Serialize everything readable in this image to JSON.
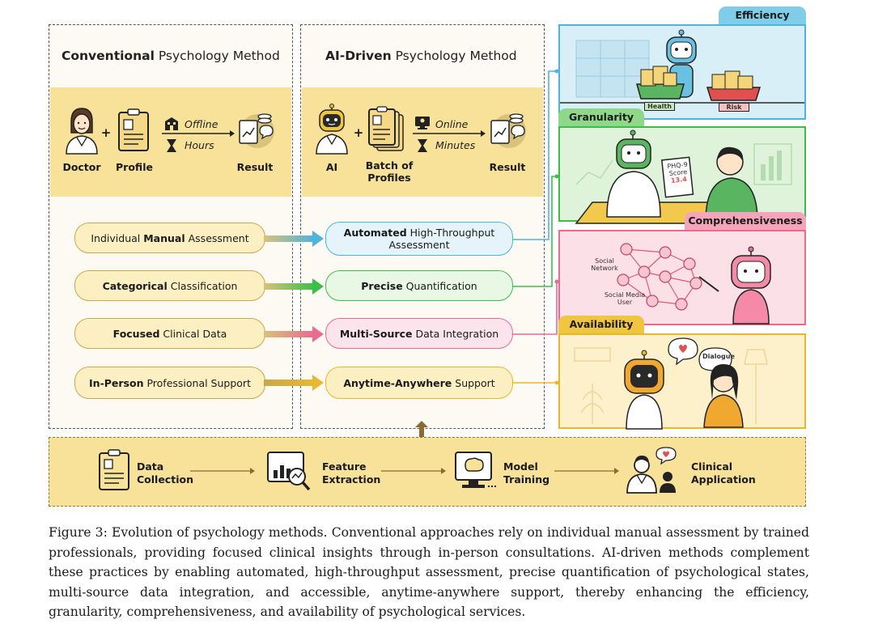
{
  "conventional": {
    "title_bold": "Conventional",
    "title_rest": " Psychology Method",
    "doctor": "Doctor",
    "profile": "Profile",
    "offline": "Offline",
    "hours": "Hours",
    "result": "Result",
    "pills": [
      {
        "pre": "Individual ",
        "bold": "Manual",
        "post": " Assessment"
      },
      {
        "pre": "",
        "bold": "Categorical",
        "post": " Classification"
      },
      {
        "pre": "",
        "bold": "Focused",
        "post": " Clinical Data"
      },
      {
        "pre": "",
        "bold": "In-Person",
        "post": " Professional Support"
      }
    ]
  },
  "ai": {
    "title_bold": "AI-Driven",
    "title_rest": " Psychology Method",
    "ai": "AI",
    "batch": "Batch of",
    "profiles": "Profiles",
    "online": "Online",
    "minutes": "Minutes",
    "result": "Result",
    "pills": [
      {
        "pre": "",
        "bold": "Automated",
        "post": " High-Throughput",
        "line2": "Assessment"
      },
      {
        "pre": "",
        "bold": "Precise",
        "post": " Quantification",
        "line2": ""
      },
      {
        "pre": "",
        "bold": "Multi-Source",
        "post": " Data Integration",
        "line2": ""
      },
      {
        "pre": "",
        "bold": "Anytime-Anywhere",
        "post": " Support",
        "line2": ""
      }
    ]
  },
  "panels": {
    "efficiency": {
      "tag": "Efficiency",
      "health": "Health",
      "risk": "Risk"
    },
    "granularity": {
      "tag": "Granularity",
      "phq1": "PHQ-9",
      "phq2": "Score",
      "score": "13.4"
    },
    "comprehensiveness": {
      "tag": "Comprehensiveness",
      "social1": "Social",
      "social2": "Network",
      "media1": "Social Media",
      "media2": "User"
    },
    "availability": {
      "tag": "Availability",
      "dialogue": "Dialogue"
    }
  },
  "pipeline": [
    {
      "l1": "Data",
      "l2": "Collection"
    },
    {
      "l1": "Feature",
      "l2": "Extraction"
    },
    {
      "l1": "Model",
      "l2": "Training"
    },
    {
      "l1": "Clinical",
      "l2": "Application"
    }
  ],
  "caption": "Figure 3: Evolution of psychology methods. Conventional approaches rely on individual manual assessment by trained professionals, providing focused clinical insights through in-person consultations. AI-driven methods complement these practices by enabling automated, high-throughput assessment, precise quantification of psychological states, multi-source data integration, and accessible, anytime-anywhere support, thereby enhancing the efficiency, granularity, comprehensiveness, and availability of psychological services.",
  "colors": {
    "band": "#f8e29a",
    "blue": "#4fb3dc",
    "green": "#3cbf4a",
    "pink": "#e96b8f",
    "orange": "#e8b830"
  }
}
